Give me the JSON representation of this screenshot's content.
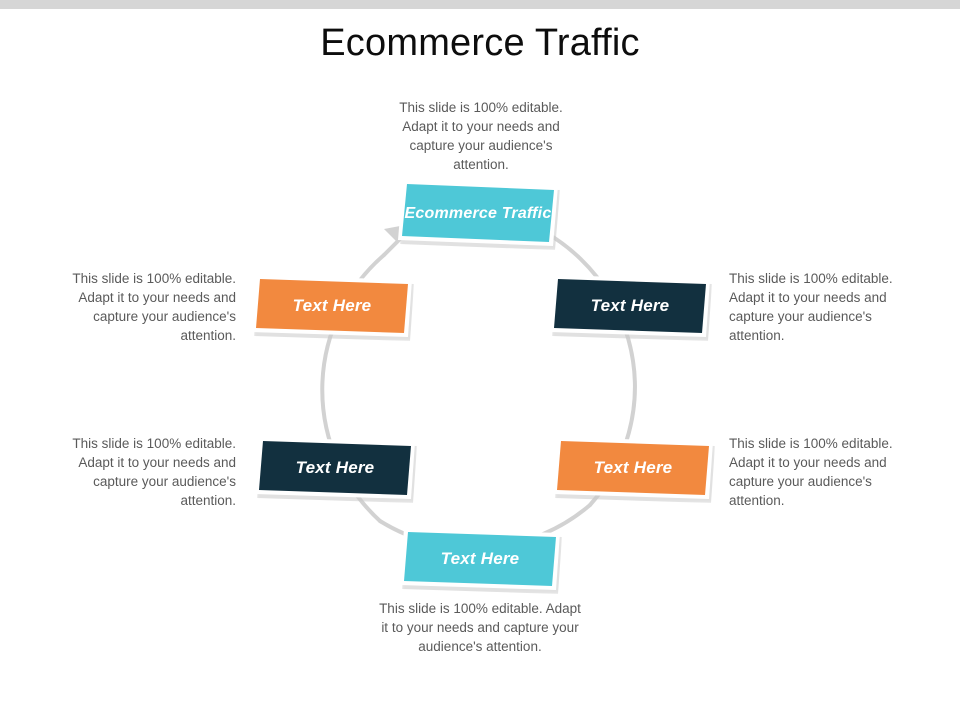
{
  "slide": {
    "title": "Ecommerce Traffic",
    "top_band_color": "#d6d6d6",
    "background_color": "#ffffff"
  },
  "colors": {
    "teal": "#4ec8d7",
    "orange": "#f2893f",
    "navy": "#12303f",
    "ring": "#d0d0d0",
    "caption_text": "#5a5a5a",
    "title_text": "#0d0d0d"
  },
  "diagram": {
    "type": "cycle",
    "arrow_icon": "arrow-up-right-icon",
    "nodes": [
      {
        "id": "top",
        "label": "Ecommerce Traffic",
        "color": "#4ec8d7",
        "position": "top"
      },
      {
        "id": "right-1",
        "label": "Text Here",
        "color": "#12303f",
        "position": "upper-right"
      },
      {
        "id": "right-2",
        "label": "Text Here",
        "color": "#f2893f",
        "position": "lower-right"
      },
      {
        "id": "bottom",
        "label": "Text Here",
        "color": "#4ec8d7",
        "position": "bottom"
      },
      {
        "id": "left-2",
        "label": "Text Here",
        "color": "#12303f",
        "position": "lower-left"
      },
      {
        "id": "left-1",
        "label": "Text Here",
        "color": "#f2893f",
        "position": "upper-left"
      }
    ],
    "captions": [
      {
        "id": "top",
        "text": "This slide is 100% editable. Adapt it to your needs and capture your audience's attention."
      },
      {
        "id": "right-1",
        "text": "This slide is 100% editable. Adapt it to your needs and capture your audience's attention."
      },
      {
        "id": "right-2",
        "text": "This slide is 100% editable. Adapt it to your needs and capture your audience's attention."
      },
      {
        "id": "bottom",
        "text": "This slide is 100% editable. Adapt it to your needs and capture your audience's attention."
      },
      {
        "id": "left-2",
        "text": "This slide is 100% editable. Adapt it to your needs and capture your audience's attention."
      },
      {
        "id": "left-1",
        "text": "This slide is 100% editable. Adapt it to your needs and capture your audience's attention."
      }
    ]
  }
}
